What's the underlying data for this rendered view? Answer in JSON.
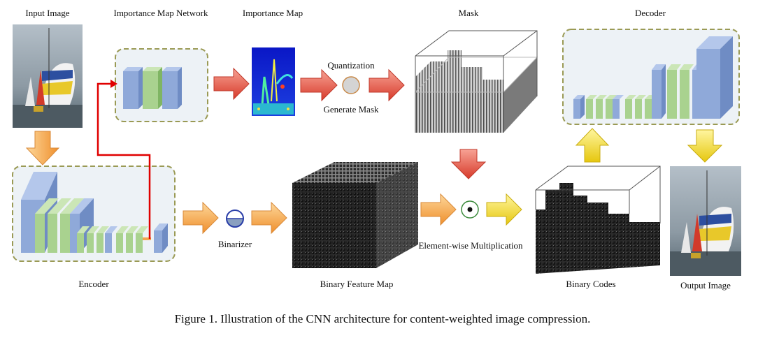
{
  "labels": {
    "input_image": "Input Image",
    "importance_map_network": "Importance Map Network",
    "importance_map": "Importance Map",
    "mask": "Mask",
    "decoder": "Decoder",
    "quantization": "Quantization",
    "generate_mask": "Generate Mask",
    "encoder": "Encoder",
    "binarizer": "Binarizer",
    "binary_feature_map": "Binary Feature Map",
    "element_wise_multiplication": "Element-wise Multiplication",
    "binary_codes": "Binary Codes",
    "output_image": "Output Image"
  },
  "caption": "Figure 1. Illustration of the CNN architecture for content-weighted image compression.",
  "colors": {
    "panel_fill": "#edf2f6",
    "panel_border": "#9a9a55",
    "block_blue": "#8fa9d9",
    "block_green": "#a9d28f",
    "arrow_orange": "#f3a550",
    "arrow_red": "#e64b3c",
    "arrow_yellow": "#f2dc1c",
    "skip_line": "#e00000"
  },
  "icons": {
    "quantizer": "grey-circle-icon",
    "binarizer": "half-filled-circle-icon",
    "multiplier": "circled-dot-icon"
  }
}
